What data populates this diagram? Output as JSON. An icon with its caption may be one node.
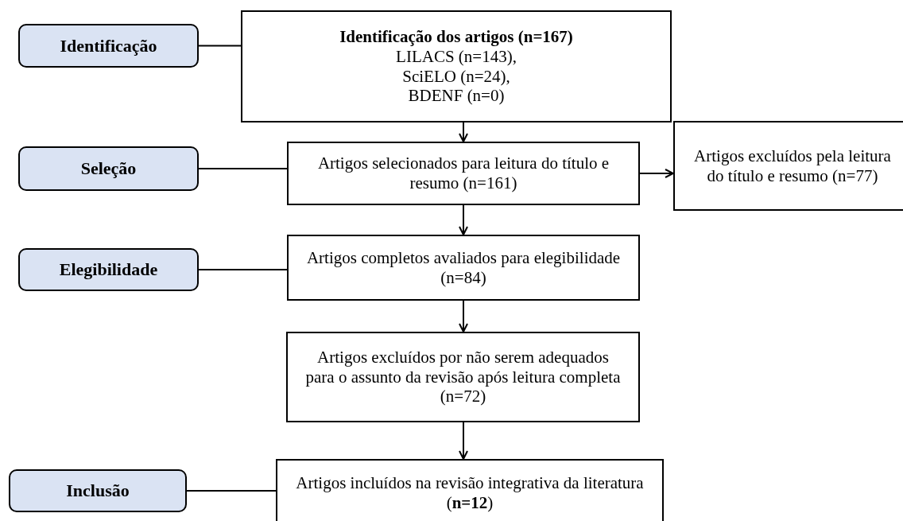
{
  "diagram": {
    "nodes": [
      {
        "text": [
          "Identificação"
        ]
      },
      {
        "text": [
          "Identificação dos artigos (n=167)",
          "LILACS (n=143),",
          "SciELO (n=24),",
          "BDENF (n=0)"
        ]
      },
      {
        "text": [
          "Seleção"
        ]
      },
      {
        "text": [
          "Artigos selecionados para leitura do título e resumo (n=161)"
        ]
      },
      {
        "text": [
          "Artigos excluídos pela leitura do título e resumo (n=77)"
        ]
      },
      {
        "text": [
          "Elegibilidade"
        ]
      },
      {
        "text": [
          "Artigos completos avaliados para elegibilidade (n=84)"
        ]
      },
      {
        "text": [
          "Artigos excluídos por não serem adequados para o assunto da revisão após leitura completa (n=72)"
        ]
      },
      {
        "text": [
          "Inclusão"
        ]
      },
      {
        "text": [
          "Artigos incluídos na revisão integrativa da literatura (**n=12**)"
        ]
      }
    ],
    "edges": [
      {
        "from": 0,
        "to": 1,
        "arrow": "none"
      },
      {
        "from": 2,
        "to": 3,
        "arrow": "none"
      },
      {
        "from": 5,
        "to": 6,
        "arrow": "none"
      },
      {
        "from": 8,
        "to": 9,
        "arrow": "none"
      },
      {
        "from": 1,
        "to": 3,
        "arrow": "to"
      },
      {
        "from": 3,
        "to": 4,
        "arrow": "to"
      },
      {
        "from": 3,
        "to": 6,
        "arrow": "to"
      },
      {
        "from": 6,
        "to": 7,
        "arrow": "to"
      },
      {
        "from": 7,
        "to": 9,
        "arrow": "to"
      }
    ]
  }
}
